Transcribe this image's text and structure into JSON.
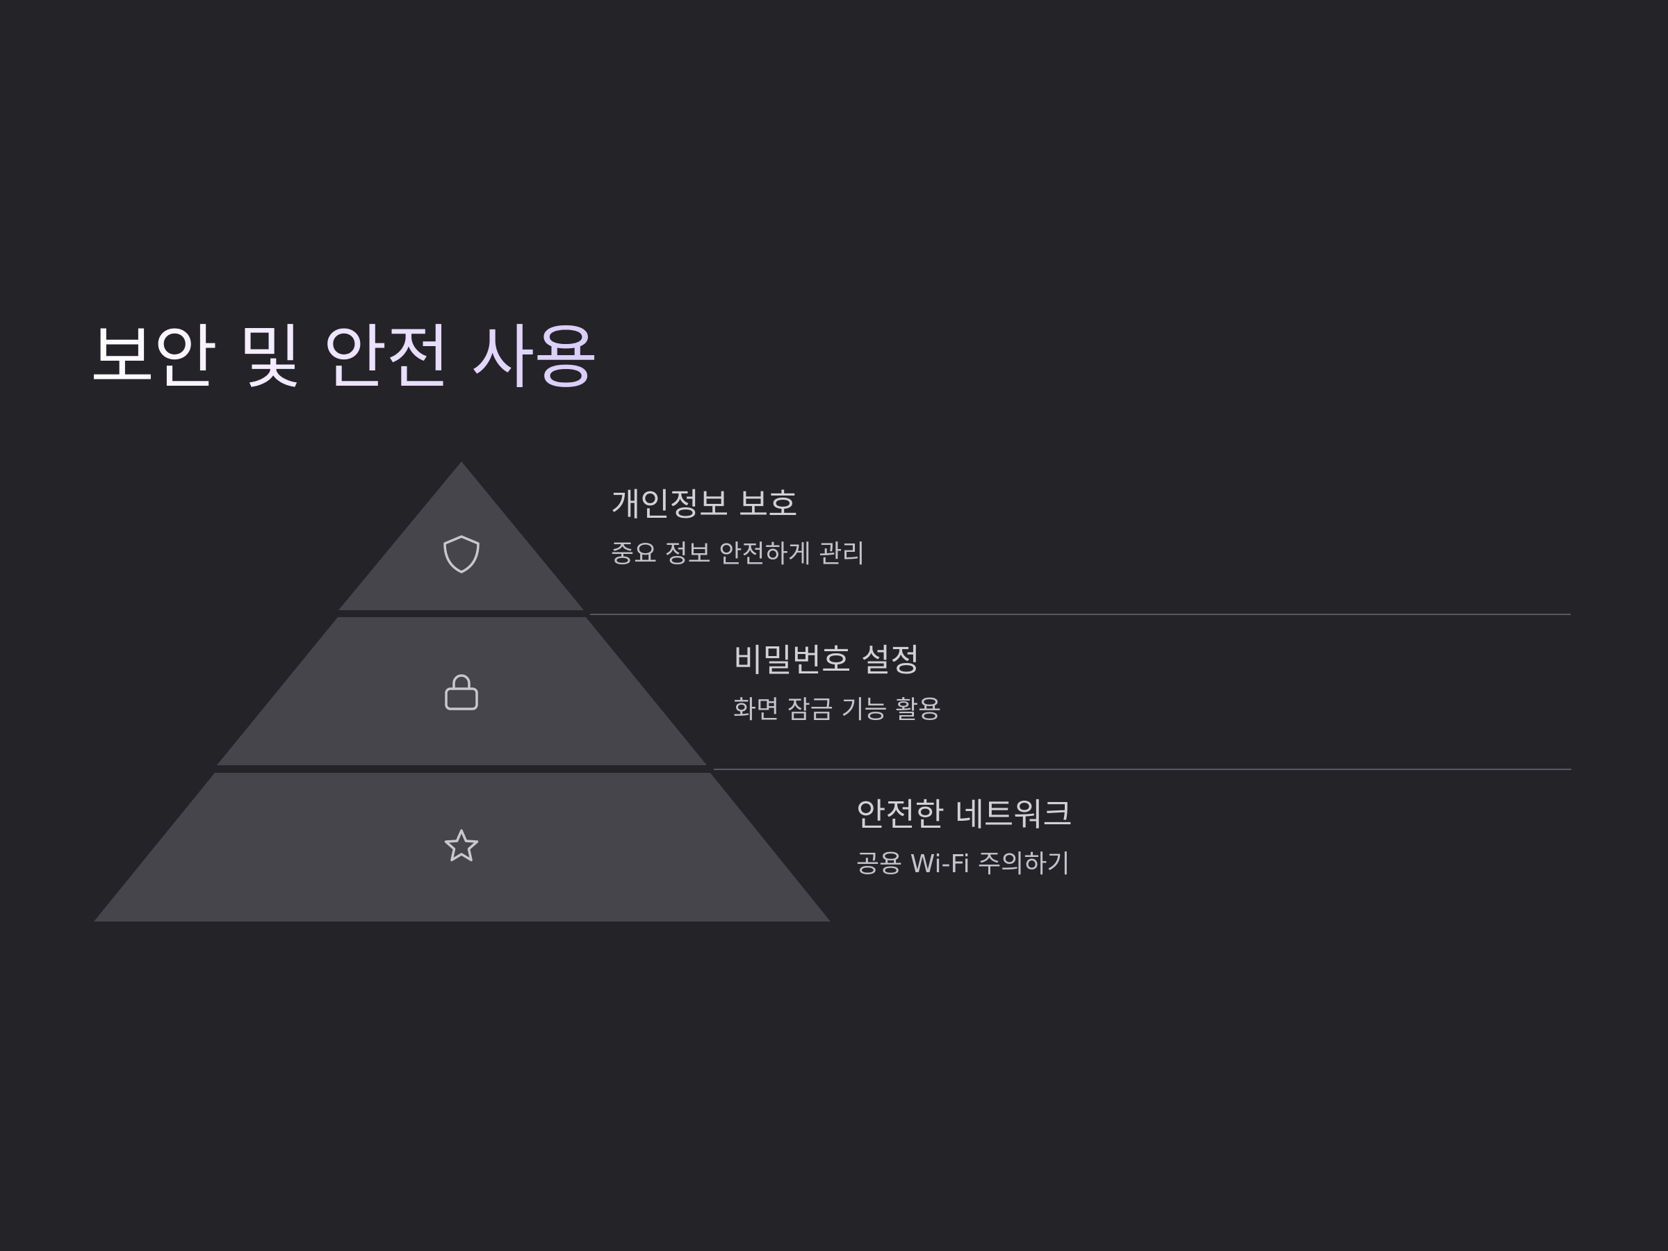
{
  "title": "보안 및 안전 사용",
  "colors": {
    "background": "#242328",
    "tier_fill": "#46454b",
    "icon_stroke": "#c9c8cd",
    "divider": "#5a5960"
  },
  "tiers": [
    {
      "icon": "shield-icon",
      "heading": "개인정보 보호",
      "description": "중요 정보 안전하게 관리"
    },
    {
      "icon": "lock-icon",
      "heading": "비밀번호 설정",
      "description": "화면 잠금 기능 활용"
    },
    {
      "icon": "star-icon",
      "heading": "안전한 네트워크",
      "description": "공용 Wi-Fi 주의하기"
    }
  ]
}
